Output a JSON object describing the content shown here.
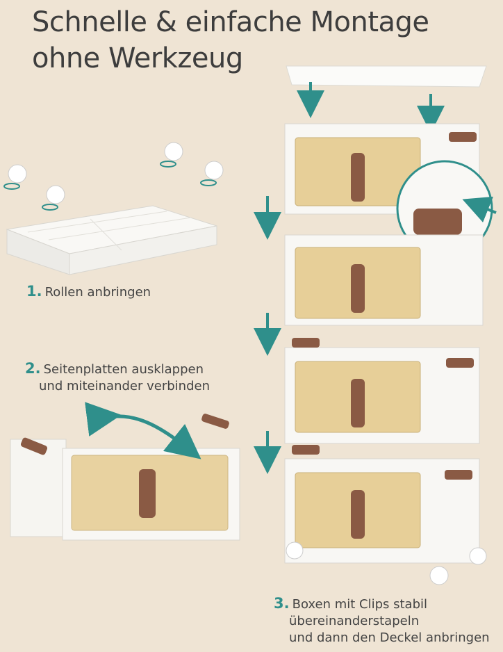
{
  "title": {
    "line1": "Schnelle & einfache Montage",
    "line2": "ohne Werkzeug"
  },
  "steps": [
    {
      "number": "1.",
      "lines": [
        "Rollen anbringen"
      ]
    },
    {
      "number": "2.",
      "lines": [
        "Seitenplatten ausklappen",
        "und miteinander verbinden"
      ]
    },
    {
      "number": "3.",
      "lines": [
        "Boxen mit Clips stabil",
        "übereinanderstapeln",
        "und dann den Deckel anbringen"
      ]
    }
  ],
  "colors": {
    "background": "#efe4d4",
    "accent": "#2f8f8b",
    "box_white": "#f7f6f3",
    "door_amber": "#e7cf98",
    "handle_brown": "#8a5a44"
  }
}
